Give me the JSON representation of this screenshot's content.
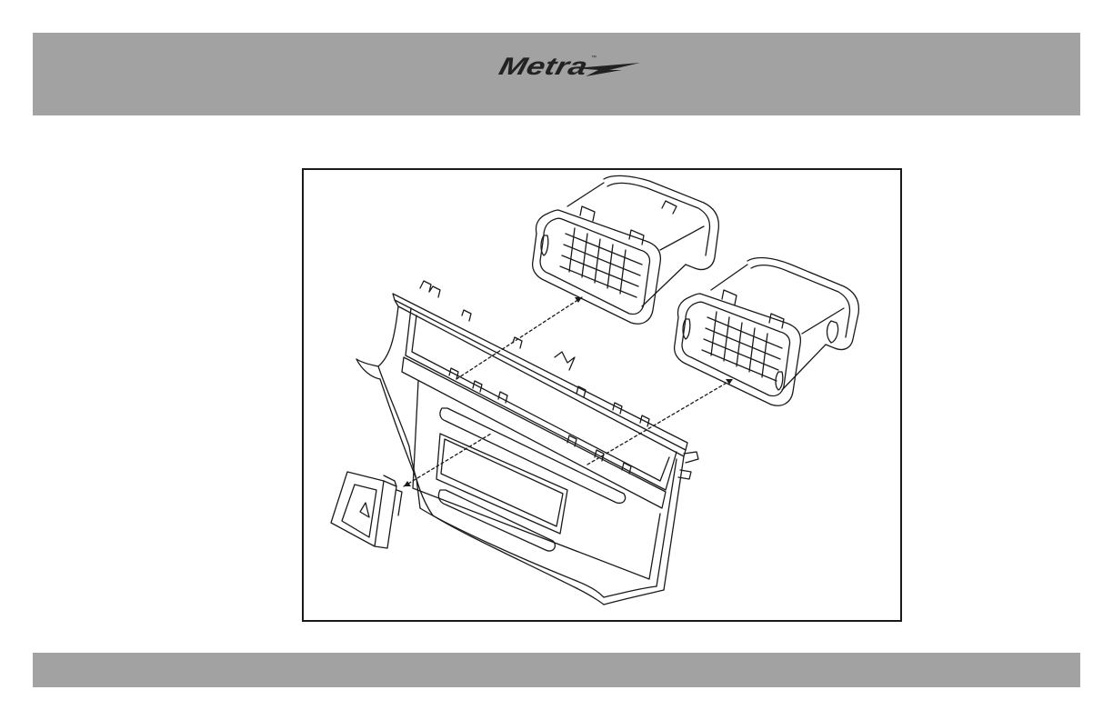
{
  "header": {
    "logo_text": "Metra",
    "logo_mark": "™",
    "logo_icon": "metra-lightning-logo",
    "bar_color": "#a3a2a2"
  },
  "figure": {
    "parts": [
      "dash-bezel",
      "left-air-vent",
      "right-air-vent",
      "hazard-switch"
    ],
    "hazard_symbol": "warning-triangle-icon"
  },
  "footer": {
    "bar_color": "#a3a2a2"
  }
}
